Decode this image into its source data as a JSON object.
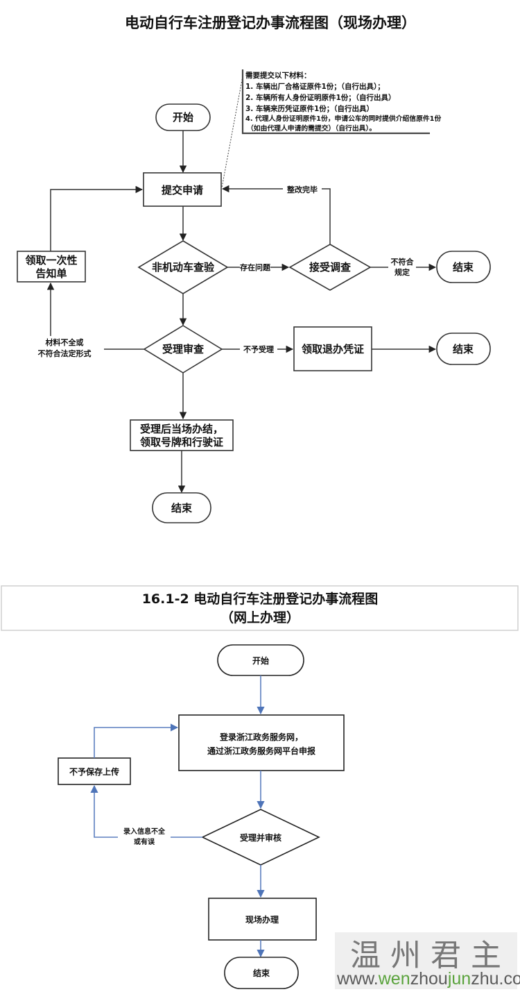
{
  "flow1": {
    "title": "电动自行车注册登记办事流程图（现场办理）",
    "materials_note": {
      "heading": "需要提交以下材料：",
      "items": [
        "1. 车辆出厂合格证原件1份；（自行出具）；",
        "2. 车辆所有人身份证明原件1份；（自行出具）",
        "3. 车辆来历凭证原件1份；（自行出具）",
        "4. 代理人身份证明原件1份，申请公车的同时提供介绍信原件1份",
        "（如由代理人申请的需提交）（自行出具）。"
      ]
    },
    "nodes": {
      "start": "开始",
      "submit": "提交申请",
      "inspect": "非机动车查验",
      "investigate": "接受调查",
      "end_investigate": "结束",
      "notice_line1": "领取一次性",
      "notice_line2": "告知单",
      "review": "受理审查",
      "refund": "领取退办凭证",
      "end_refund": "结束",
      "done_line1": "受理后当场办结，",
      "done_line2": "领取号牌和行驶证",
      "end_final": "结束"
    },
    "edge_labels": {
      "rectified": "整改完毕",
      "problem": "存在问题",
      "noncompliant_line1": "不符合",
      "noncompliant_line2": "规定",
      "incomplete_line1": "材料不全或",
      "incomplete_line2": "不符合法定形式",
      "rejected": "不予受理"
    }
  },
  "flow2": {
    "title_line1": "16.1-2 电动自行车注册登记办事流程图",
    "title_line2": "（网上办理）",
    "nodes": {
      "start": "开始",
      "login_line1": "登录浙江政务服务网，",
      "login_line2": "通过浙江政务服务网平台申报",
      "not_saved": "不予保存上传",
      "review": "受理并审核",
      "onsite": "现场办理",
      "end": "结束"
    },
    "edge_labels": {
      "incomplete_line1": "录入信息不全",
      "incomplete_line2": "或有误"
    },
    "arrow_color": "#5b7fbf"
  },
  "watermark": {
    "cn": "温州君主",
    "url_prefix": "www.",
    "url_green1": "wen",
    "url_mid": "zhou",
    "url_green2": "jun",
    "url_suffix": "zhu.com"
  }
}
